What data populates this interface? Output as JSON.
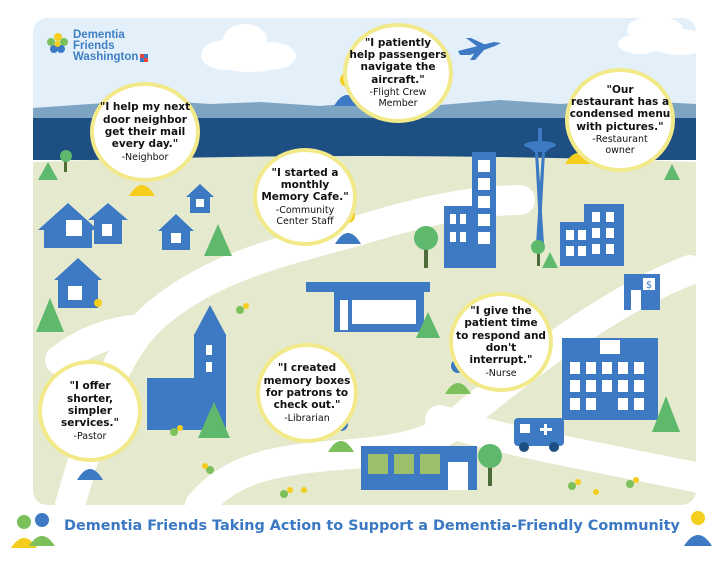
{
  "logo": {
    "line1": "Dementia",
    "line2": "Friends",
    "line3": "Washington"
  },
  "footer": {
    "title": "Dementia Friends Taking Action to Support a Dementia-Friendly Community"
  },
  "quotes": [
    {
      "id": "flight",
      "lines": [
        "\"I patiently",
        "help passengers",
        "navigate the",
        "aircraft.\""
      ],
      "role": [
        "-Flight Crew",
        "Member"
      ]
    },
    {
      "id": "neighbor",
      "lines": [
        "\"I help my next",
        "door neighbor",
        "get their mail",
        "every day.\""
      ],
      "role": [
        "-Neighbor"
      ]
    },
    {
      "id": "restaurant",
      "lines": [
        "\"Our",
        "restaurant has a",
        "condensed menu",
        "with pictures.\""
      ],
      "role": [
        "-Restaurant",
        "owner"
      ]
    },
    {
      "id": "community",
      "lines": [
        "\"I started a",
        "monthly",
        "Memory Cafe.\""
      ],
      "role": [
        "-Community",
        "Center Staff"
      ]
    },
    {
      "id": "nurse",
      "lines": [
        "\"I give the",
        "patient time",
        "to respond and",
        "don't",
        "interrupt.\""
      ],
      "role": [
        "-Nurse"
      ]
    },
    {
      "id": "librarian",
      "lines": [
        "\"I created",
        "memory boxes",
        "for patrons to",
        "check out.\""
      ],
      "role": [
        "-Librarian"
      ]
    },
    {
      "id": "pastor",
      "lines": [
        "\"I offer",
        "shorter,",
        "simpler",
        "services.\""
      ],
      "role": [
        "-Pastor"
      ]
    }
  ],
  "colors": {
    "sky": "#e3eff9",
    "water": "#1d4f82",
    "land": "#e5eacf",
    "road": "#ffffff",
    "building": "#3d7ac3",
    "tree": "#5fb96c",
    "person_yellow": "#f5cd1c",
    "person_blue": "#3d7ac3",
    "person_green": "#7cc05b",
    "bubble_border": "#f2e98a"
  }
}
